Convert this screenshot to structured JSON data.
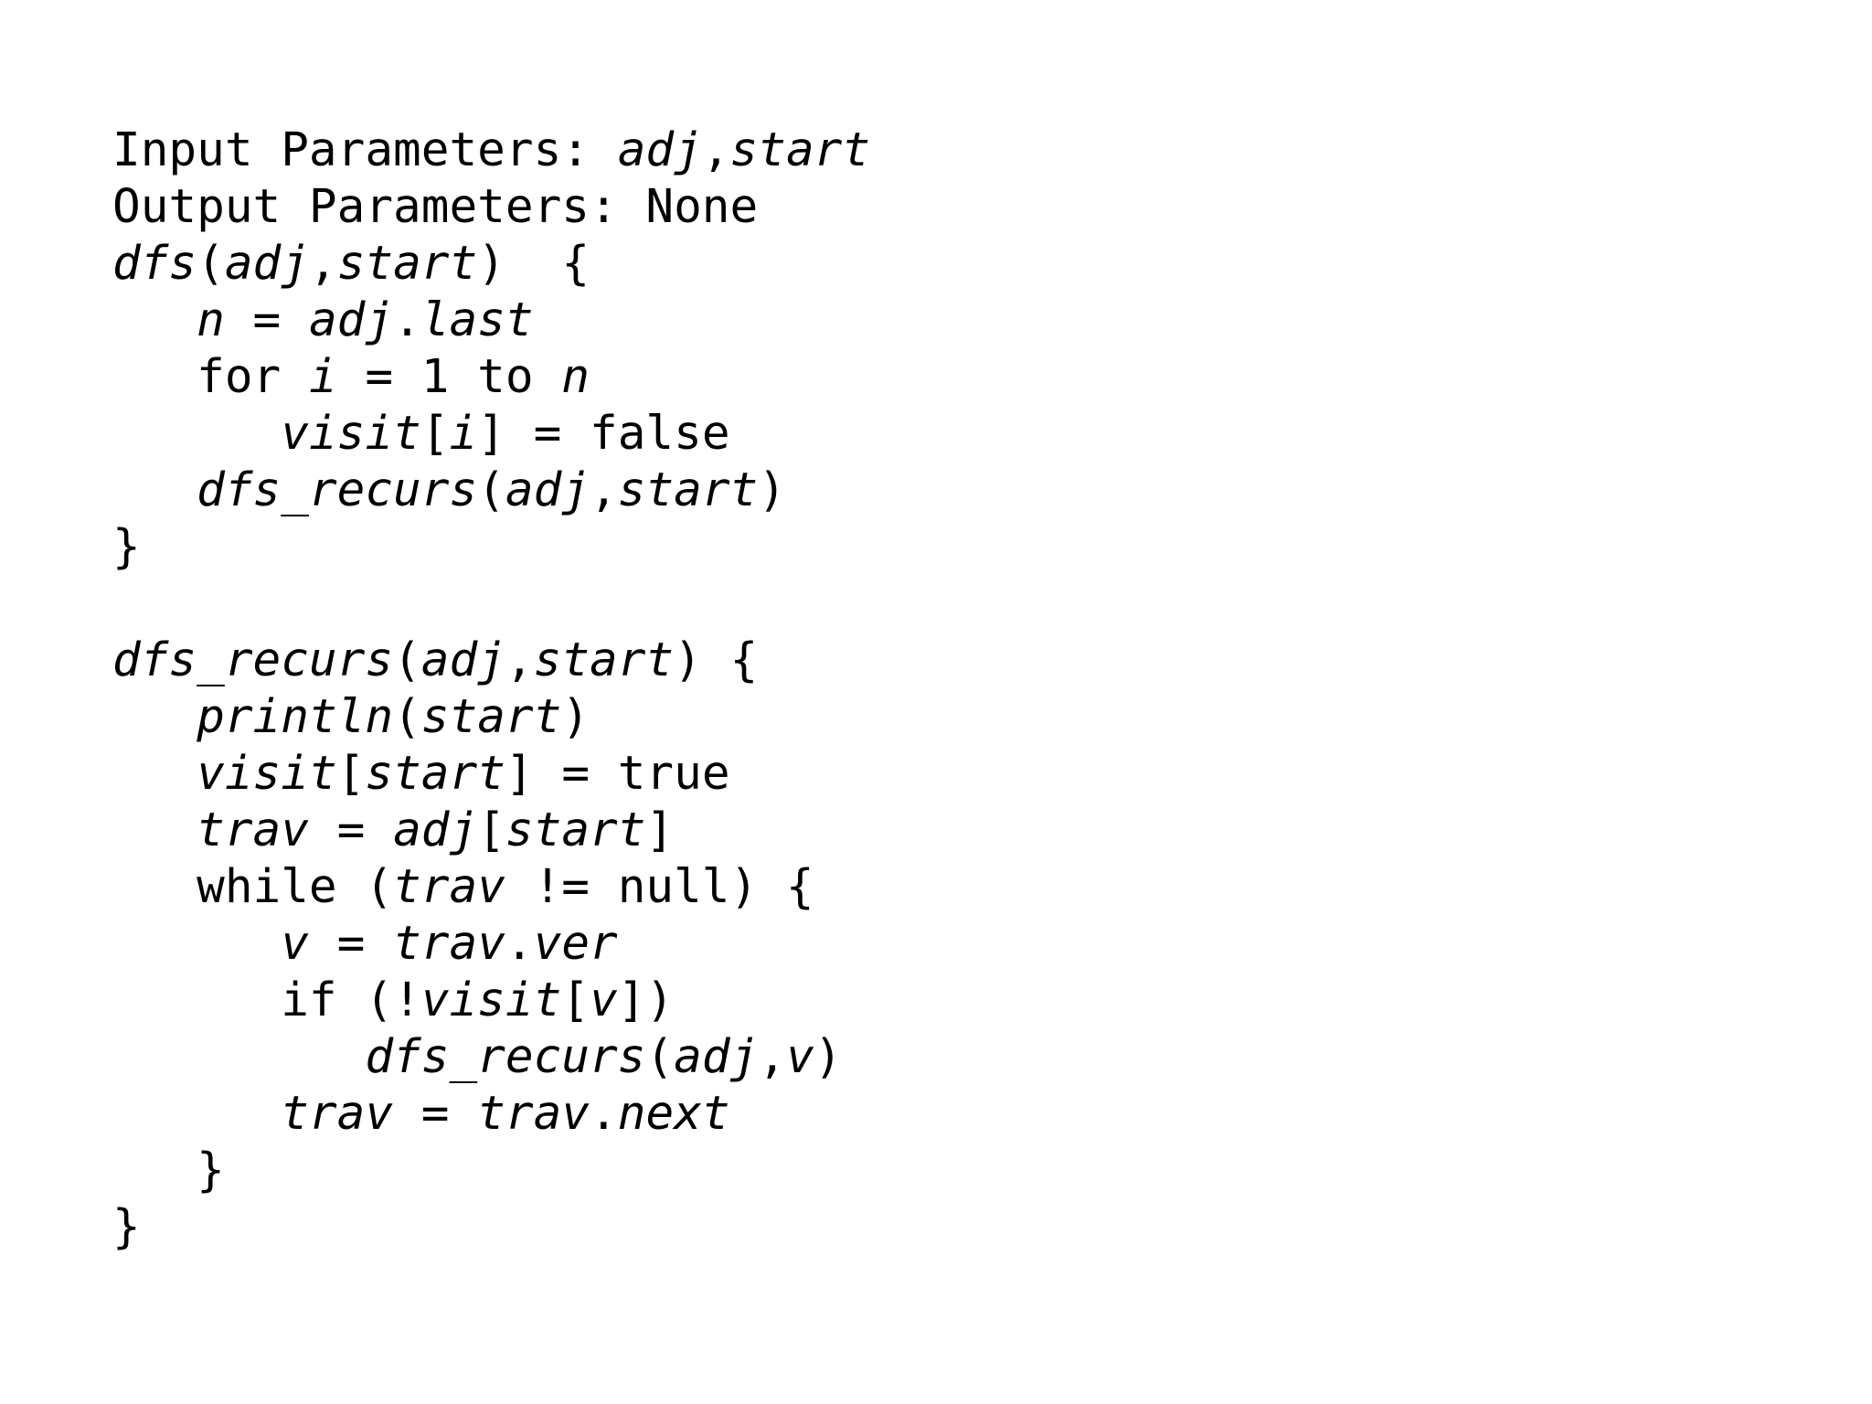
{
  "document": {
    "lines": [
      [
        {
          "t": "Input Parameters: "
        },
        {
          "t": "adj",
          "i": true
        },
        {
          "t": ","
        },
        {
          "t": "start",
          "i": true
        }
      ],
      [
        {
          "t": "Output Parameters: None"
        }
      ],
      [
        {
          "t": "dfs",
          "i": true
        },
        {
          "t": "("
        },
        {
          "t": "adj",
          "i": true
        },
        {
          "t": ","
        },
        {
          "t": "start",
          "i": true
        },
        {
          "t": ")  {"
        }
      ],
      [
        {
          "t": "   "
        },
        {
          "t": "n",
          "i": true
        },
        {
          "t": " = "
        },
        {
          "t": "adj",
          "i": true
        },
        {
          "t": "."
        },
        {
          "t": "last",
          "i": true
        }
      ],
      [
        {
          "t": "   for "
        },
        {
          "t": "i",
          "i": true
        },
        {
          "t": " = 1 to "
        },
        {
          "t": "n",
          "i": true
        }
      ],
      [
        {
          "t": "      "
        },
        {
          "t": "visit",
          "i": true
        },
        {
          "t": "["
        },
        {
          "t": "i",
          "i": true
        },
        {
          "t": "] = false"
        }
      ],
      [
        {
          "t": "   "
        },
        {
          "t": "dfs_recurs",
          "i": true
        },
        {
          "t": "("
        },
        {
          "t": "adj",
          "i": true
        },
        {
          "t": ","
        },
        {
          "t": "start",
          "i": true
        },
        {
          "t": ")"
        }
      ],
      [
        {
          "t": "}"
        }
      ],
      [],
      [
        {
          "t": "dfs_recurs",
          "i": true
        },
        {
          "t": "("
        },
        {
          "t": "adj",
          "i": true
        },
        {
          "t": ","
        },
        {
          "t": "start",
          "i": true
        },
        {
          "t": ") {"
        }
      ],
      [
        {
          "t": "   "
        },
        {
          "t": "println",
          "i": true
        },
        {
          "t": "("
        },
        {
          "t": "start",
          "i": true
        },
        {
          "t": ")"
        }
      ],
      [
        {
          "t": "   "
        },
        {
          "t": "visit",
          "i": true
        },
        {
          "t": "["
        },
        {
          "t": "start",
          "i": true
        },
        {
          "t": "] = true"
        }
      ],
      [
        {
          "t": "   "
        },
        {
          "t": "trav",
          "i": true
        },
        {
          "t": " = "
        },
        {
          "t": "adj",
          "i": true
        },
        {
          "t": "["
        },
        {
          "t": "start",
          "i": true
        },
        {
          "t": "]"
        }
      ],
      [
        {
          "t": "   while ("
        },
        {
          "t": "trav",
          "i": true
        },
        {
          "t": " != null) {"
        }
      ],
      [
        {
          "t": "      "
        },
        {
          "t": "v",
          "i": true
        },
        {
          "t": " = "
        },
        {
          "t": "trav",
          "i": true
        },
        {
          "t": "."
        },
        {
          "t": "ver",
          "i": true
        }
      ],
      [
        {
          "t": "      if (!"
        },
        {
          "t": "visit",
          "i": true
        },
        {
          "t": "["
        },
        {
          "t": "v",
          "i": true
        },
        {
          "t": "])"
        }
      ],
      [
        {
          "t": "         "
        },
        {
          "t": "dfs_recurs",
          "i": true
        },
        {
          "t": "("
        },
        {
          "t": "adj",
          "i": true
        },
        {
          "t": ","
        },
        {
          "t": "v",
          "i": true
        },
        {
          "t": ")"
        }
      ],
      [
        {
          "t": "      "
        },
        {
          "t": "trav",
          "i": true
        },
        {
          "t": " = "
        },
        {
          "t": "trav",
          "i": true
        },
        {
          "t": "."
        },
        {
          "t": "next",
          "i": true
        }
      ],
      [
        {
          "t": "   }"
        }
      ],
      [
        {
          "t": "}"
        }
      ]
    ]
  }
}
